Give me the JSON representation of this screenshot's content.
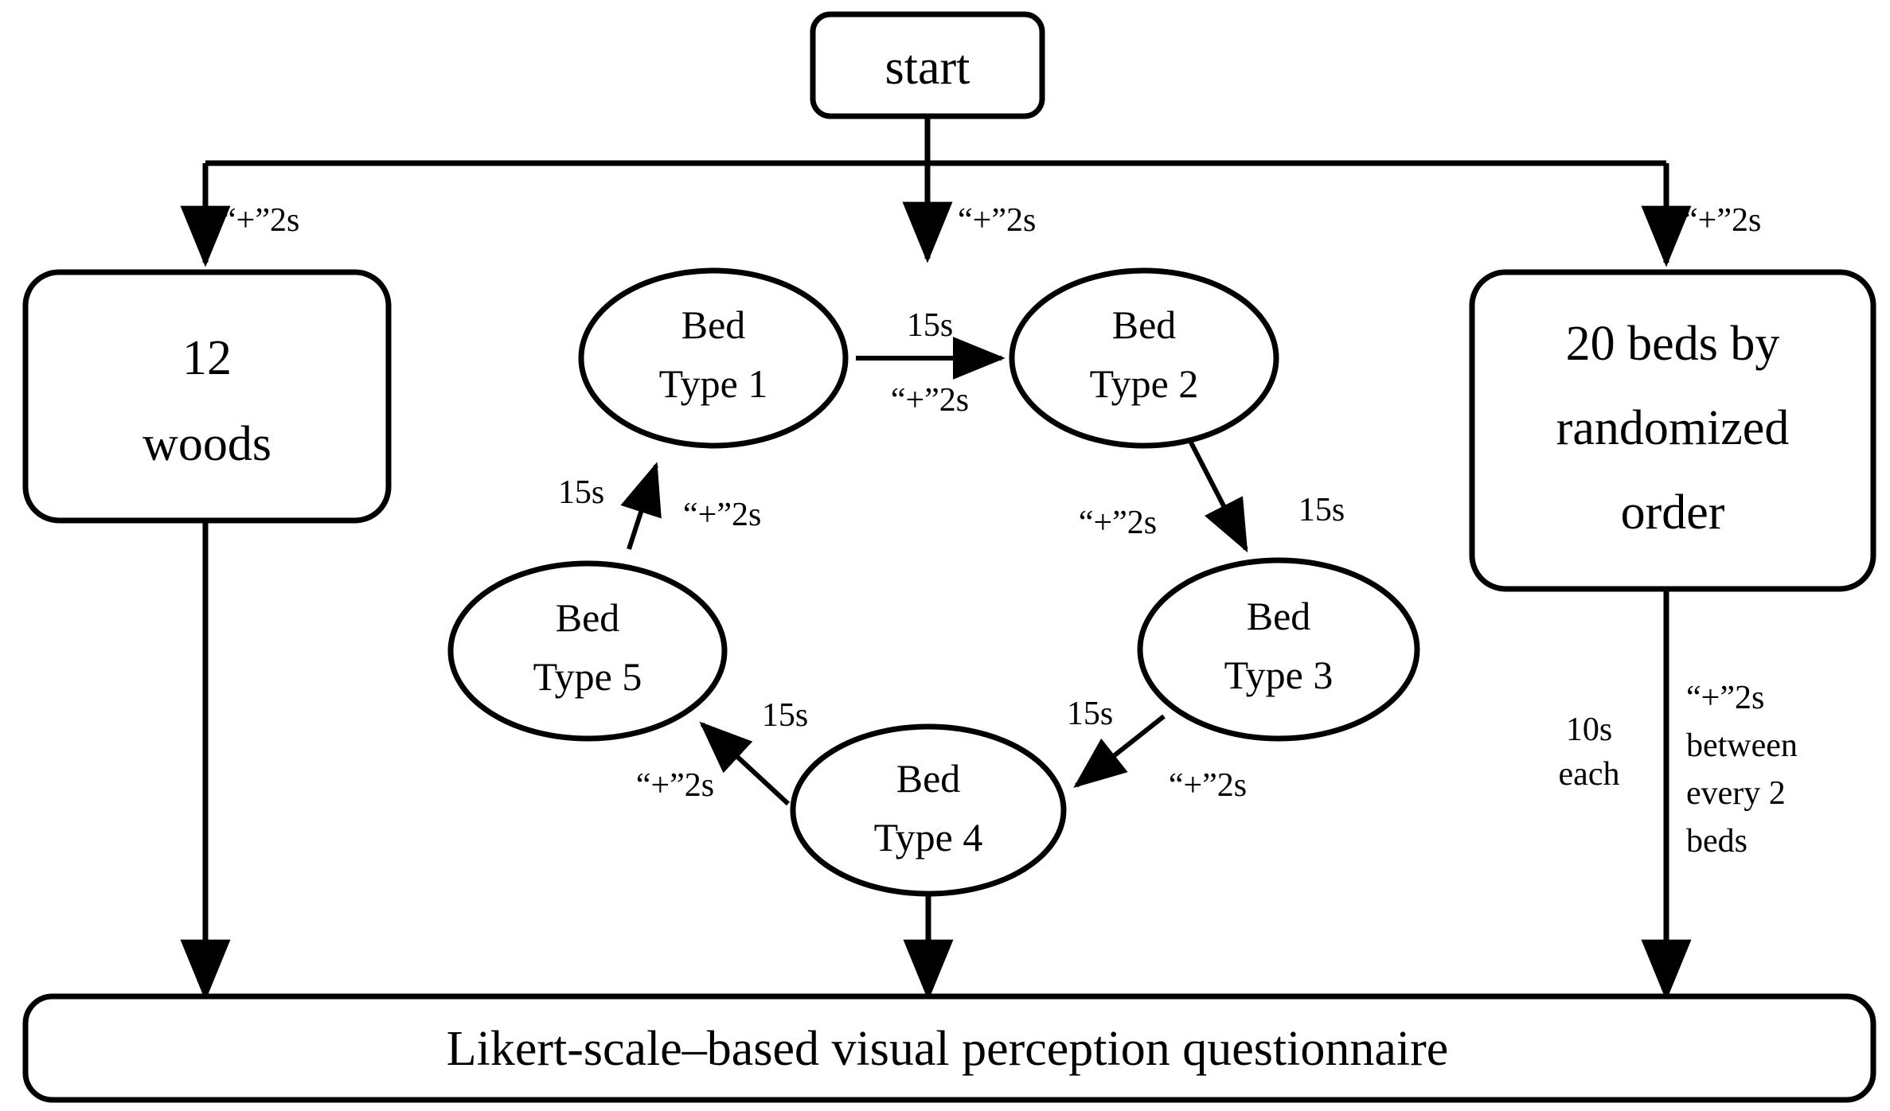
{
  "diagram": {
    "title": "Experimental procedure flow diagram",
    "colors": {
      "stroke": "#000000",
      "fill": "#ffffff",
      "text": "#000000"
    },
    "start_node": {
      "label": "start",
      "shape": "rounded-rect"
    },
    "branch_labels": {
      "left": "“+”2s",
      "center": "“+”2s",
      "right": "“+”2s"
    },
    "left_box": {
      "line1": "12",
      "line2": "woods",
      "shape": "rounded-rect"
    },
    "right_box": {
      "line1": "20 beds by",
      "line2": "randomized",
      "line3": "order",
      "shape": "rounded-rect"
    },
    "right_branch_notes": {
      "duration": {
        "line1": "10s",
        "line2": "each"
      },
      "interval": {
        "line1": "“+”2s",
        "line2": "between",
        "line3": "every 2",
        "line4": "beds"
      }
    },
    "bed_nodes": [
      {
        "id": "bed1",
        "line1": "Bed",
        "line2": "Type 1",
        "shape": "ellipse"
      },
      {
        "id": "bed2",
        "line1": "Bed",
        "line2": "Type 2",
        "shape": "ellipse"
      },
      {
        "id": "bed3",
        "line1": "Bed",
        "line2": "Type 3",
        "shape": "ellipse"
      },
      {
        "id": "bed4",
        "line1": "Bed",
        "line2": "Type 4",
        "shape": "ellipse"
      },
      {
        "id": "bed5",
        "line1": "Bed",
        "line2": "Type 5",
        "shape": "ellipse"
      }
    ],
    "bed_transitions": [
      {
        "from": "bed1",
        "to": "bed2",
        "duration": "15s",
        "interval": "“+”2s"
      },
      {
        "from": "bed2",
        "to": "bed3",
        "duration": "15s",
        "interval": "“+”2s"
      },
      {
        "from": "bed3",
        "to": "bed4",
        "duration": "15s",
        "interval": "“+”2s"
      },
      {
        "from": "bed4",
        "to": "bed5",
        "duration": "15s",
        "interval": "“+”2s"
      },
      {
        "from": "bed5",
        "to": "bed1",
        "duration": "15s",
        "interval": "“+”2s"
      }
    ],
    "bottom_box": {
      "label": "Likert-scale–based visual perception questionnaire",
      "shape": "rounded-rect"
    }
  }
}
